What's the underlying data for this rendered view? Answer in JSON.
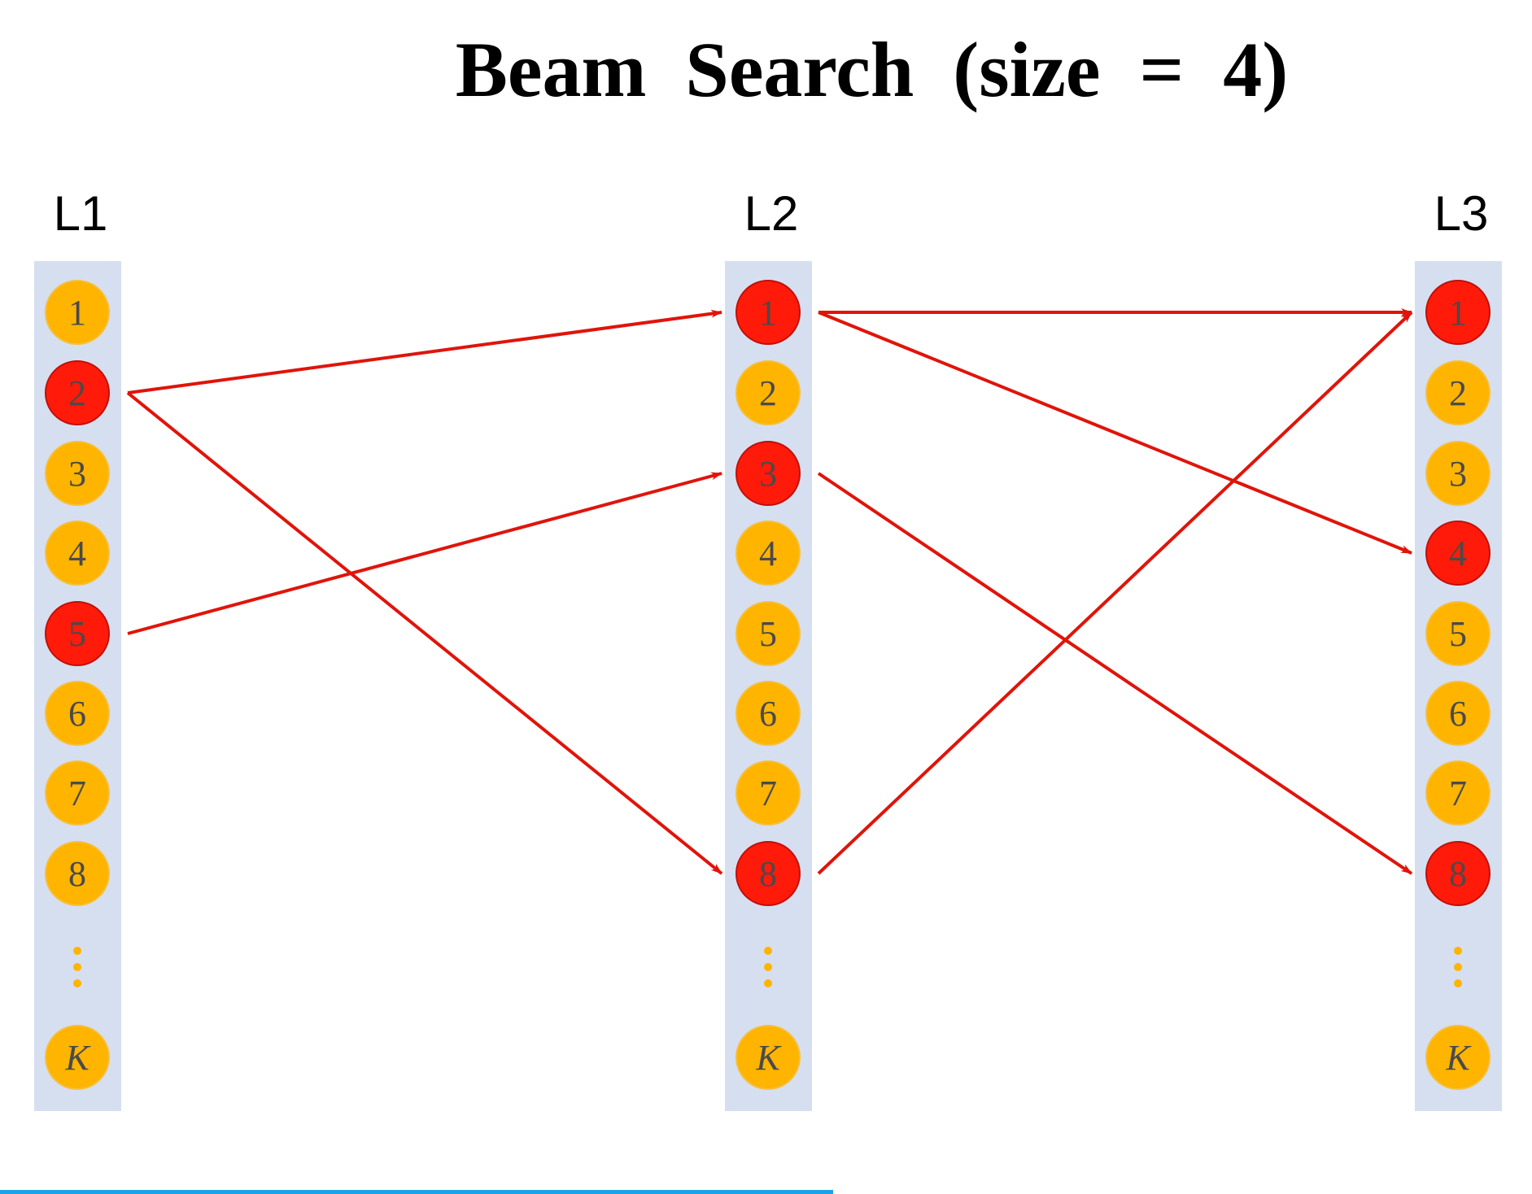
{
  "title": "Beam Search (size = 4)",
  "layers": [
    {
      "label": "L1",
      "nodes": [
        "1",
        "2",
        "3",
        "4",
        "5",
        "6",
        "7",
        "8",
        "⋮",
        "K"
      ],
      "selected": [
        "2",
        "5"
      ]
    },
    {
      "label": "L2",
      "nodes": [
        "1",
        "2",
        "3",
        "4",
        "5",
        "6",
        "7",
        "8",
        "⋮",
        "K"
      ],
      "selected": [
        "1",
        "3",
        "8"
      ]
    },
    {
      "label": "L3",
      "nodes": [
        "1",
        "2",
        "3",
        "4",
        "5",
        "6",
        "7",
        "8",
        "⋮",
        "K"
      ],
      "selected": [
        "1",
        "4",
        "8"
      ]
    }
  ],
  "edges": [
    {
      "from": [
        0,
        "2"
      ],
      "to": [
        1,
        "1"
      ]
    },
    {
      "from": [
        0,
        "2"
      ],
      "to": [
        1,
        "8"
      ]
    },
    {
      "from": [
        0,
        "5"
      ],
      "to": [
        1,
        "3"
      ]
    },
    {
      "from": [
        1,
        "1"
      ],
      "to": [
        2,
        "1"
      ]
    },
    {
      "from": [
        1,
        "1"
      ],
      "to": [
        2,
        "4"
      ]
    },
    {
      "from": [
        1,
        "3"
      ],
      "to": [
        2,
        "8"
      ]
    },
    {
      "from": [
        1,
        "8"
      ],
      "to": [
        2,
        "1"
      ]
    }
  ],
  "colors": {
    "node": "#ffb400",
    "selected": "#ff1a0a",
    "column": "#d6dff0",
    "edge": "#e0140a",
    "text": "#4a4a4a",
    "bar": "#1aa3e8"
  }
}
